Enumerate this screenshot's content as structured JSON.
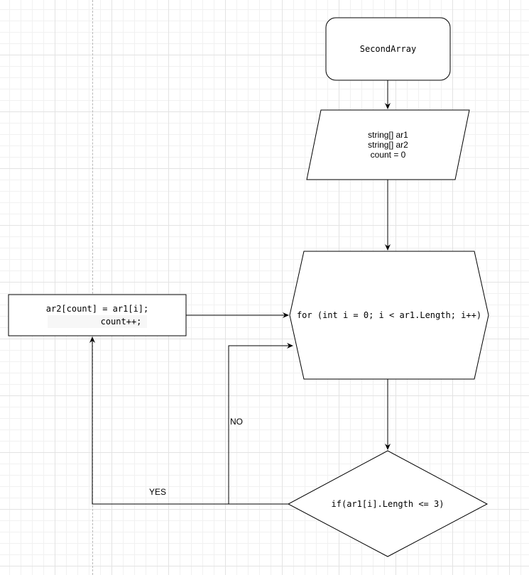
{
  "start": {
    "label": "SecondArray"
  },
  "input": {
    "lines": [
      "string[] ar1",
      "string[] ar2",
      "count = 0"
    ]
  },
  "loop": {
    "label": "for (int i = 0; i < ar1.Length; i++)"
  },
  "decision": {
    "label": "if(ar1[i].Length <= 3)"
  },
  "process": {
    "line1": "ar2[count] = ar1[i];",
    "line2": "count++;"
  },
  "edges": {
    "yes_label": "YES",
    "no_label": "NO"
  },
  "colors": {
    "stroke": "#000000",
    "fill": "#ffffff",
    "grid": "#e3e3e3"
  }
}
